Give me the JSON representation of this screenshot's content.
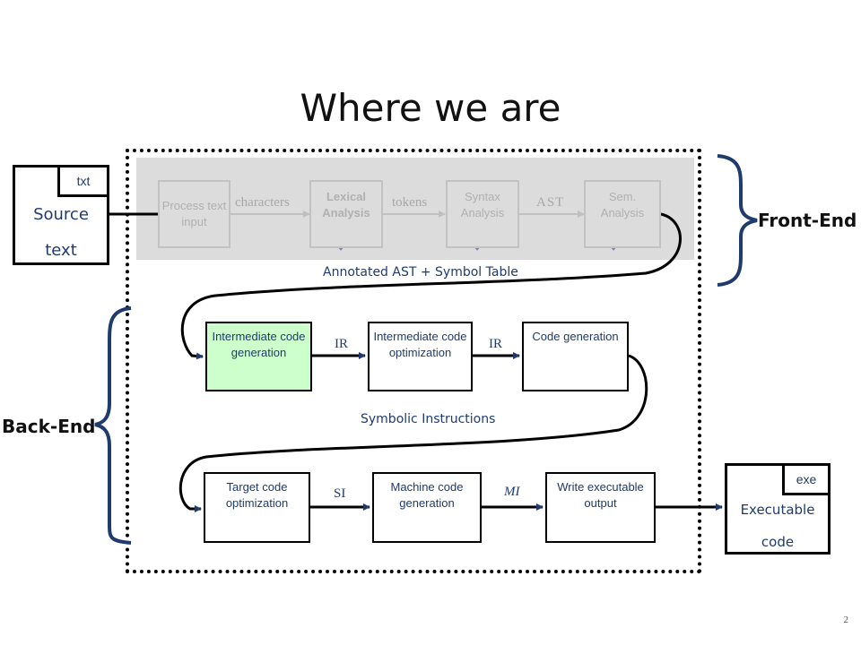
{
  "slide": {
    "title": "Where we are",
    "page_number": "2"
  },
  "source_file": {
    "tag": "txt",
    "line1": "Source",
    "line2": "text"
  },
  "output_file": {
    "tag": "exe",
    "line1": "Executable",
    "line2": "code"
  },
  "front_end": {
    "label": "Front-End",
    "stages": [
      {
        "label": "Process text input",
        "done": false
      },
      {
        "label": "Lexical Analysis",
        "done": true
      },
      {
        "label": "Syntax Analysis",
        "done": true
      },
      {
        "label": "Sem. Analysis",
        "done": true
      }
    ],
    "edges": [
      "characters",
      "tokens",
      "AST"
    ],
    "output_caption": "Annotated AST + Symbol Table"
  },
  "back_end": {
    "label": "Back-End",
    "row1": {
      "stages": [
        "Intermediate code generation",
        "Intermediate code optimization",
        "Code generation"
      ],
      "edges": [
        "IR",
        "IR"
      ]
    },
    "row1_caption": "Symbolic Instructions",
    "row2": {
      "stages": [
        "Target code optimization",
        "Machine code generation",
        "Write executable output"
      ],
      "edges": [
        "SI",
        "MI"
      ]
    }
  },
  "colors": {
    "text_blue": "#1f3b6e",
    "arrow_blue": "#1f3b6e",
    "check_blue": "#6b86b8",
    "highlight_green": "#ccffcc",
    "faded_gray": "#dcdcdc"
  }
}
